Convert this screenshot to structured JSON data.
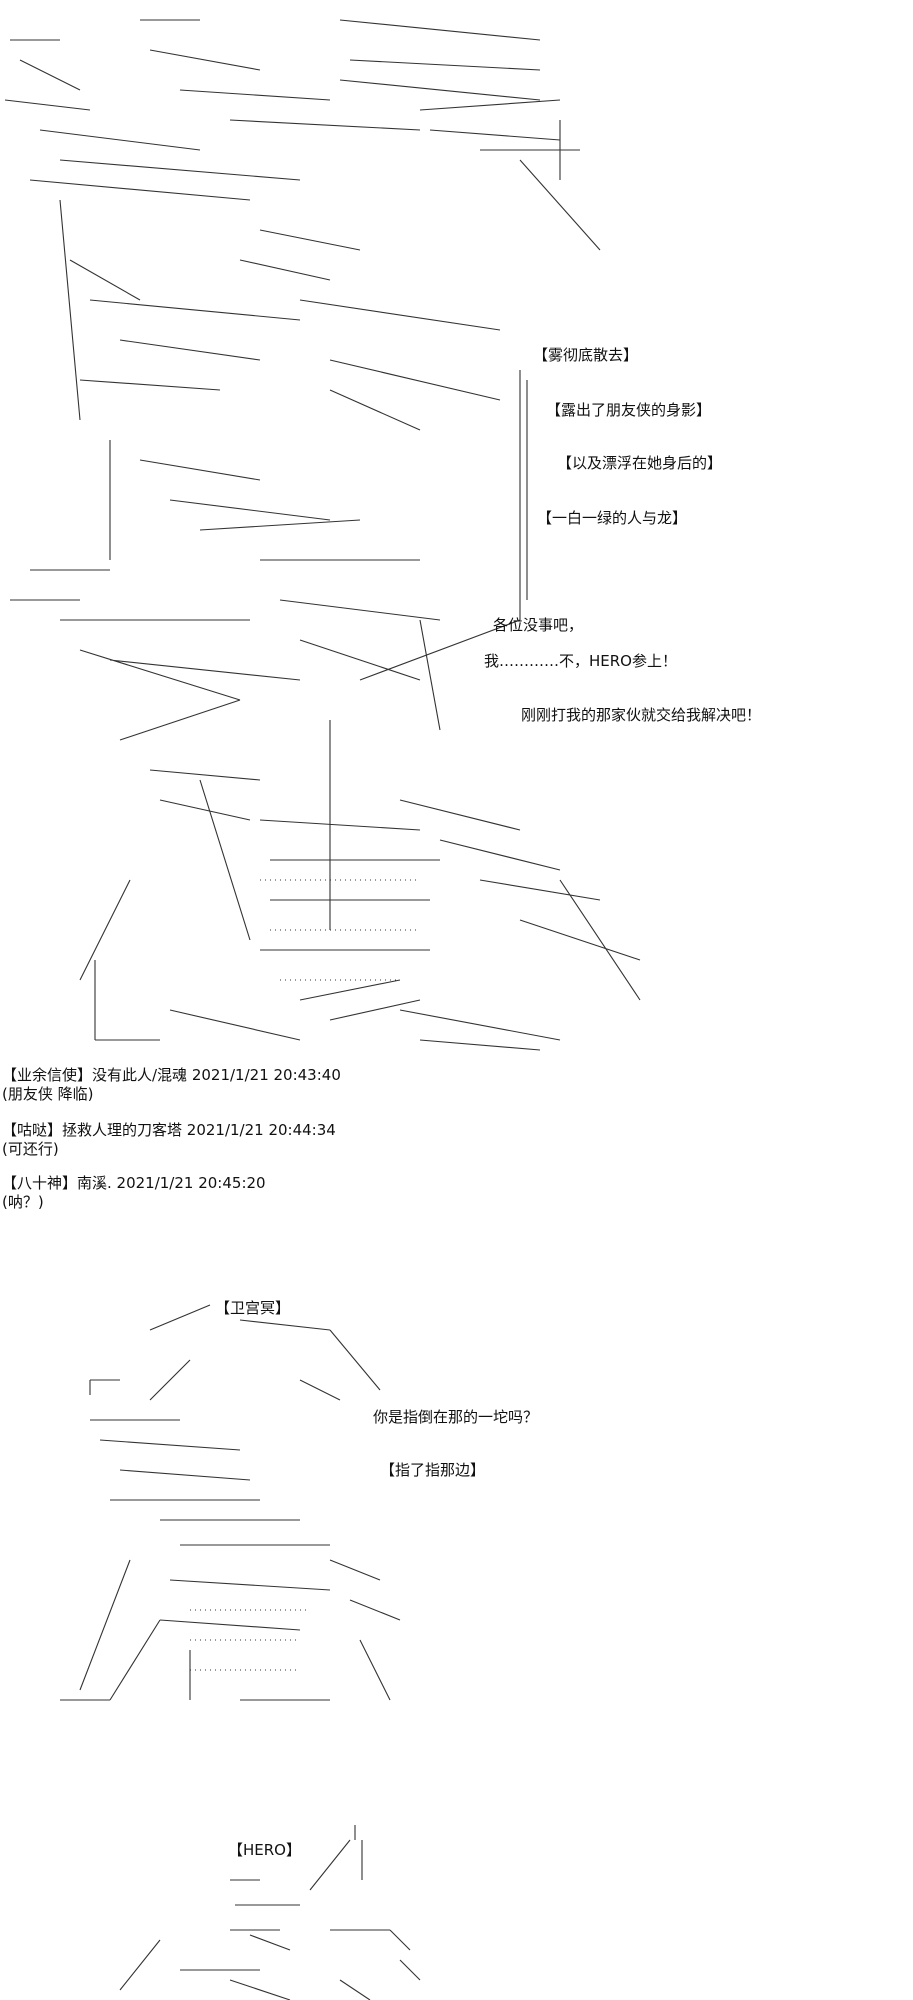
{
  "scene1": {
    "narration": [
      "【雾彻底散去】",
      "【露出了朋友侠的身影】",
      "【以及漂浮在她身后的】",
      "【一白一绿的人与龙】"
    ],
    "dialogue": [
      "各位没事吧，",
      "我…………不，HERO参上！",
      "刚刚打我的那家伙就交给我解决吧！"
    ]
  },
  "comments": [
    {
      "header": "【业余信使】没有此人/混魂 2021/1/21 20:43:40",
      "body": "(朋友侠 降临)"
    },
    {
      "header": "【咕哒】拯救人理的刀客塔 2021/1/21 20:44:34",
      "body": "(可还行)"
    },
    {
      "header": "【八十神】南溪. 2021/1/21 20:45:20",
      "body": "(呐？)"
    }
  ],
  "scene2": {
    "speaker": "【卫宫冥】",
    "dialogue": "你是指倒在那的一坨吗？",
    "narration": "【指了指那边】"
  },
  "scene3": {
    "speaker": "【HERO】"
  }
}
